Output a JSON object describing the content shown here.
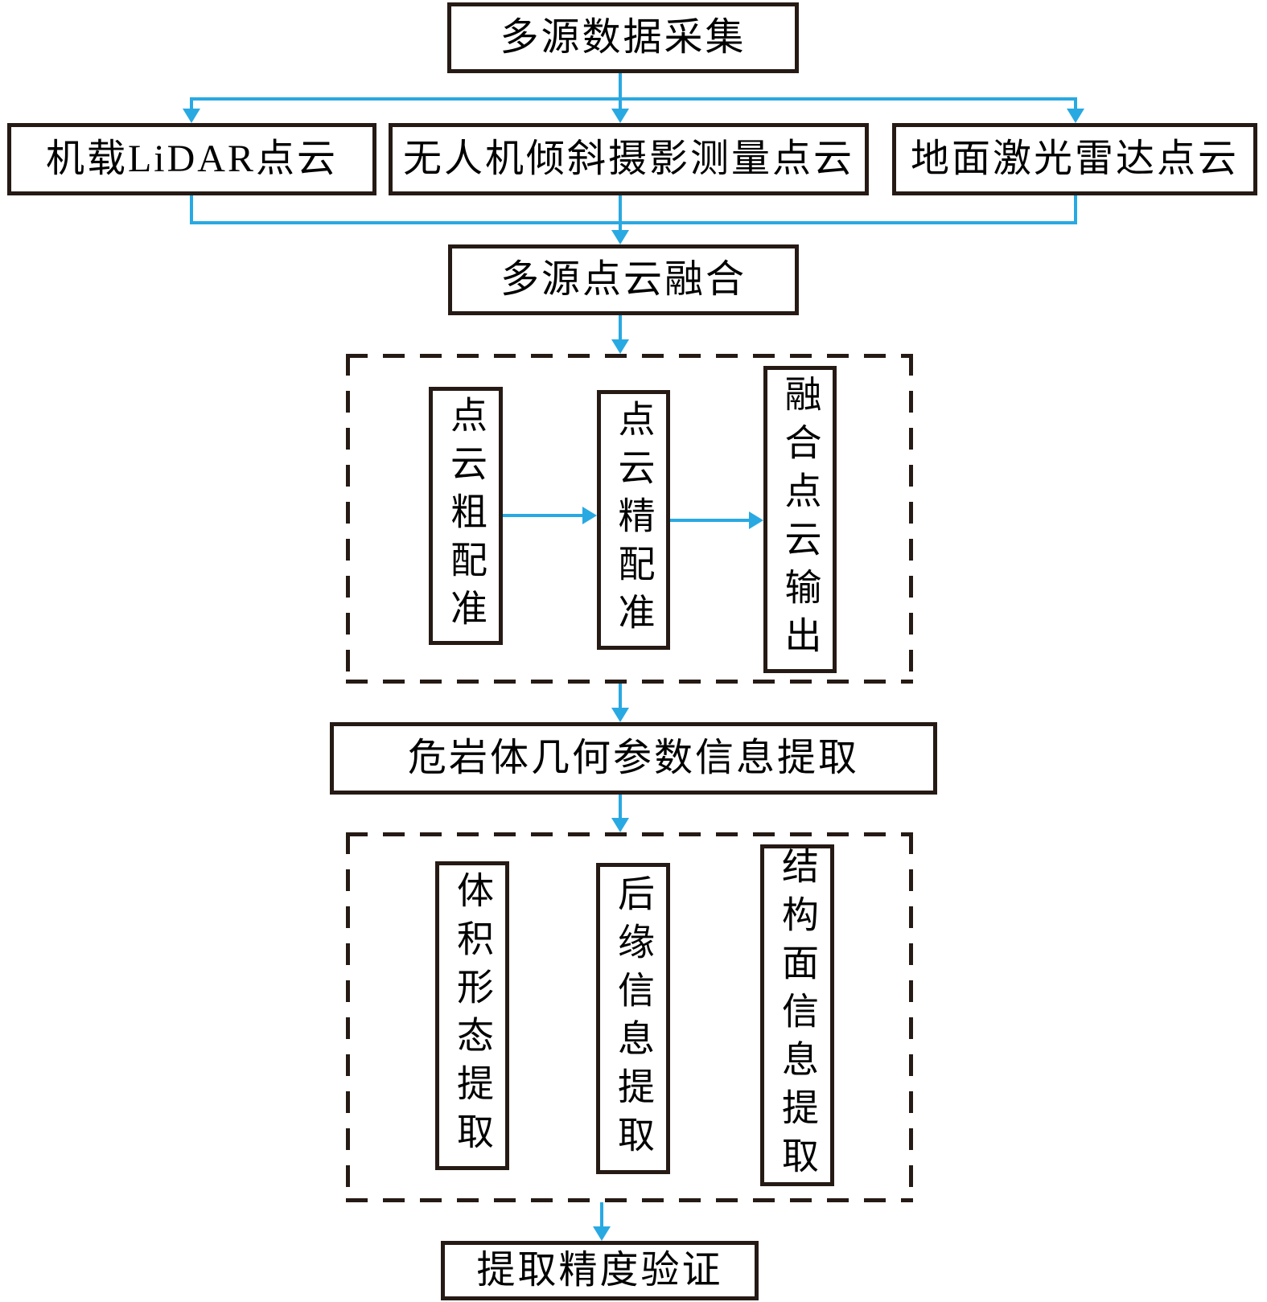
{
  "diagram": {
    "colors": {
      "arrow": "#29a9e2",
      "border": "#261a15",
      "text": "#000000",
      "background": "#ffffff"
    },
    "nodes": {
      "top": "多源数据采集",
      "sources": [
        "机载LiDAR点云",
        "无人机倾斜摄影测量点云",
        "地面激光雷达点云"
      ],
      "fusion": "多源点云融合",
      "fusion_steps": [
        "点云粗配准",
        "点云精配准",
        "融合点云输出"
      ],
      "extraction": "危岩体几何参数信息提取",
      "extraction_steps": [
        "体积形态提取",
        "后缘信息提取",
        "结构面信息提取"
      ],
      "validation": "提取精度验证"
    }
  }
}
